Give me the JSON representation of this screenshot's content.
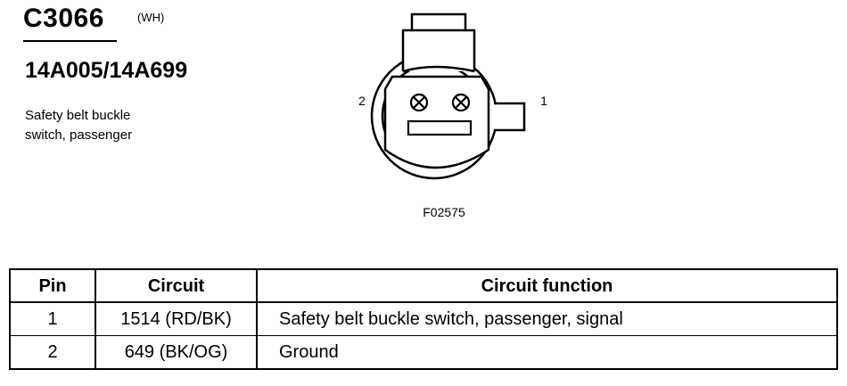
{
  "header": {
    "connector_id": "C3066",
    "color_code": "(WH)",
    "part_numbers": "14A005/14A699",
    "description_line1": "Safety belt buckle",
    "description_line2": "switch, passenger"
  },
  "diagram": {
    "figure_id": "F02575",
    "pin_label_left": "2",
    "pin_label_right": "1"
  },
  "table": {
    "headers": {
      "pin": "Pin",
      "circuit": "Circuit",
      "function": "Circuit function"
    },
    "rows": [
      {
        "pin": "1",
        "circuit": "1514 (RD/BK)",
        "function": "Safety belt buckle switch, passenger, signal"
      },
      {
        "pin": "2",
        "circuit": "649 (BK/OG)",
        "function": "Ground"
      }
    ]
  }
}
